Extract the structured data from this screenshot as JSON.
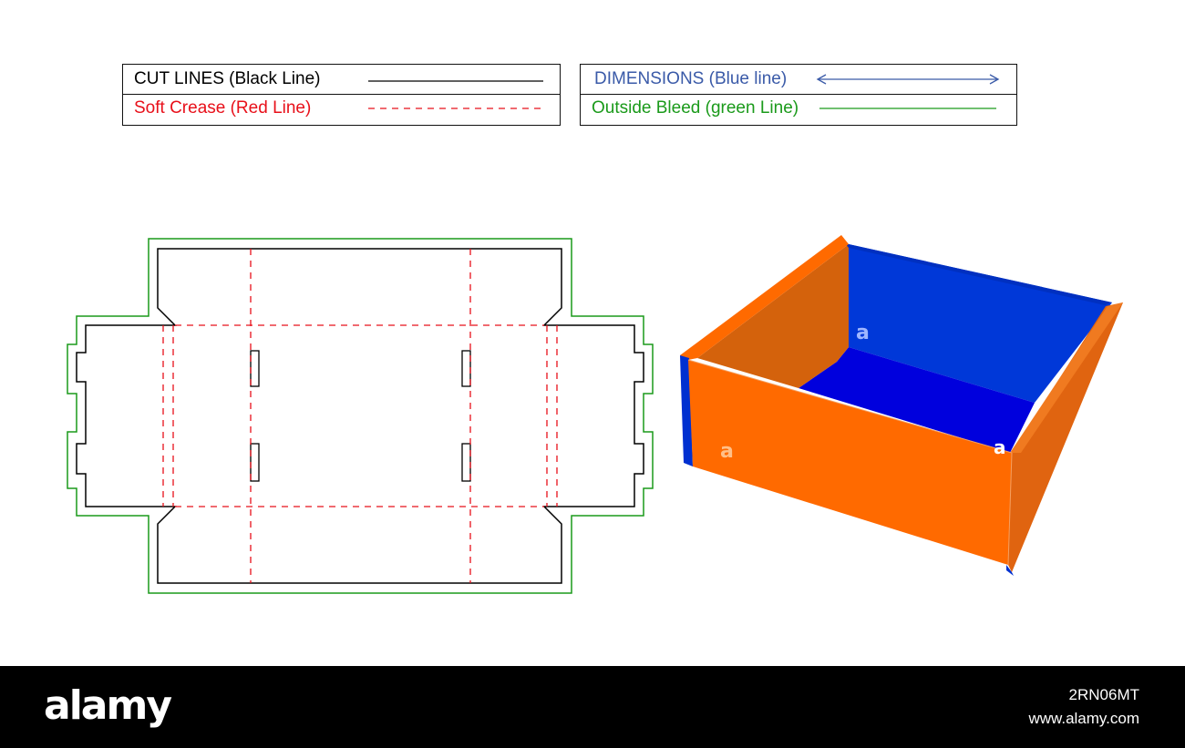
{
  "legend": {
    "cut_lines": {
      "label": "CUT LINES (Black Line)",
      "color": "#000000"
    },
    "soft_crease": {
      "label": "Soft Crease (Red Line)",
      "color": "#e8101a"
    },
    "dimensions": {
      "label": "DIMENSIONS (Blue line)",
      "color": "#3a5aa8"
    },
    "outside_bleed": {
      "label": "Outside Bleed (green Line)",
      "color": "#1a9a1a"
    }
  },
  "box_3d": {
    "face_marks": [
      "a",
      "a",
      "a"
    ],
    "colors": {
      "orange": "#ff6a00",
      "dark_orange": "#d4620c",
      "blue": "#0033cc",
      "inner_blue": "#0000dd"
    }
  },
  "footer": {
    "brand": "alamy",
    "image_id": "2RN06MT",
    "site": "www.alamy.com"
  }
}
